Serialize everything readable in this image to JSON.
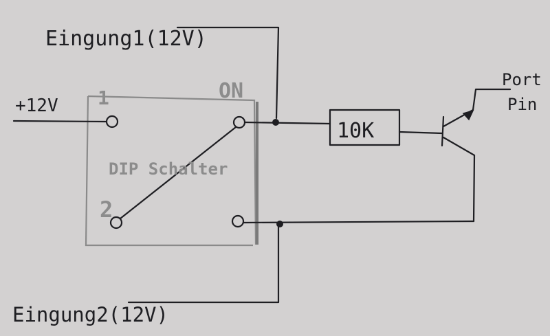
{
  "labels": {
    "input1": "Eingung1(12V)",
    "input2": "Eingung2(12V)",
    "supply": "+12V",
    "pin1": "1",
    "pin2": "2",
    "on": "ON",
    "switch": "DIP Schalter",
    "resistor": "10K",
    "port": "Port",
    "pin": "Pin"
  },
  "colors": {
    "paper": "#d3d1d1",
    "ink": "#1e1e22",
    "switch_outline": "#8a8a8a"
  }
}
